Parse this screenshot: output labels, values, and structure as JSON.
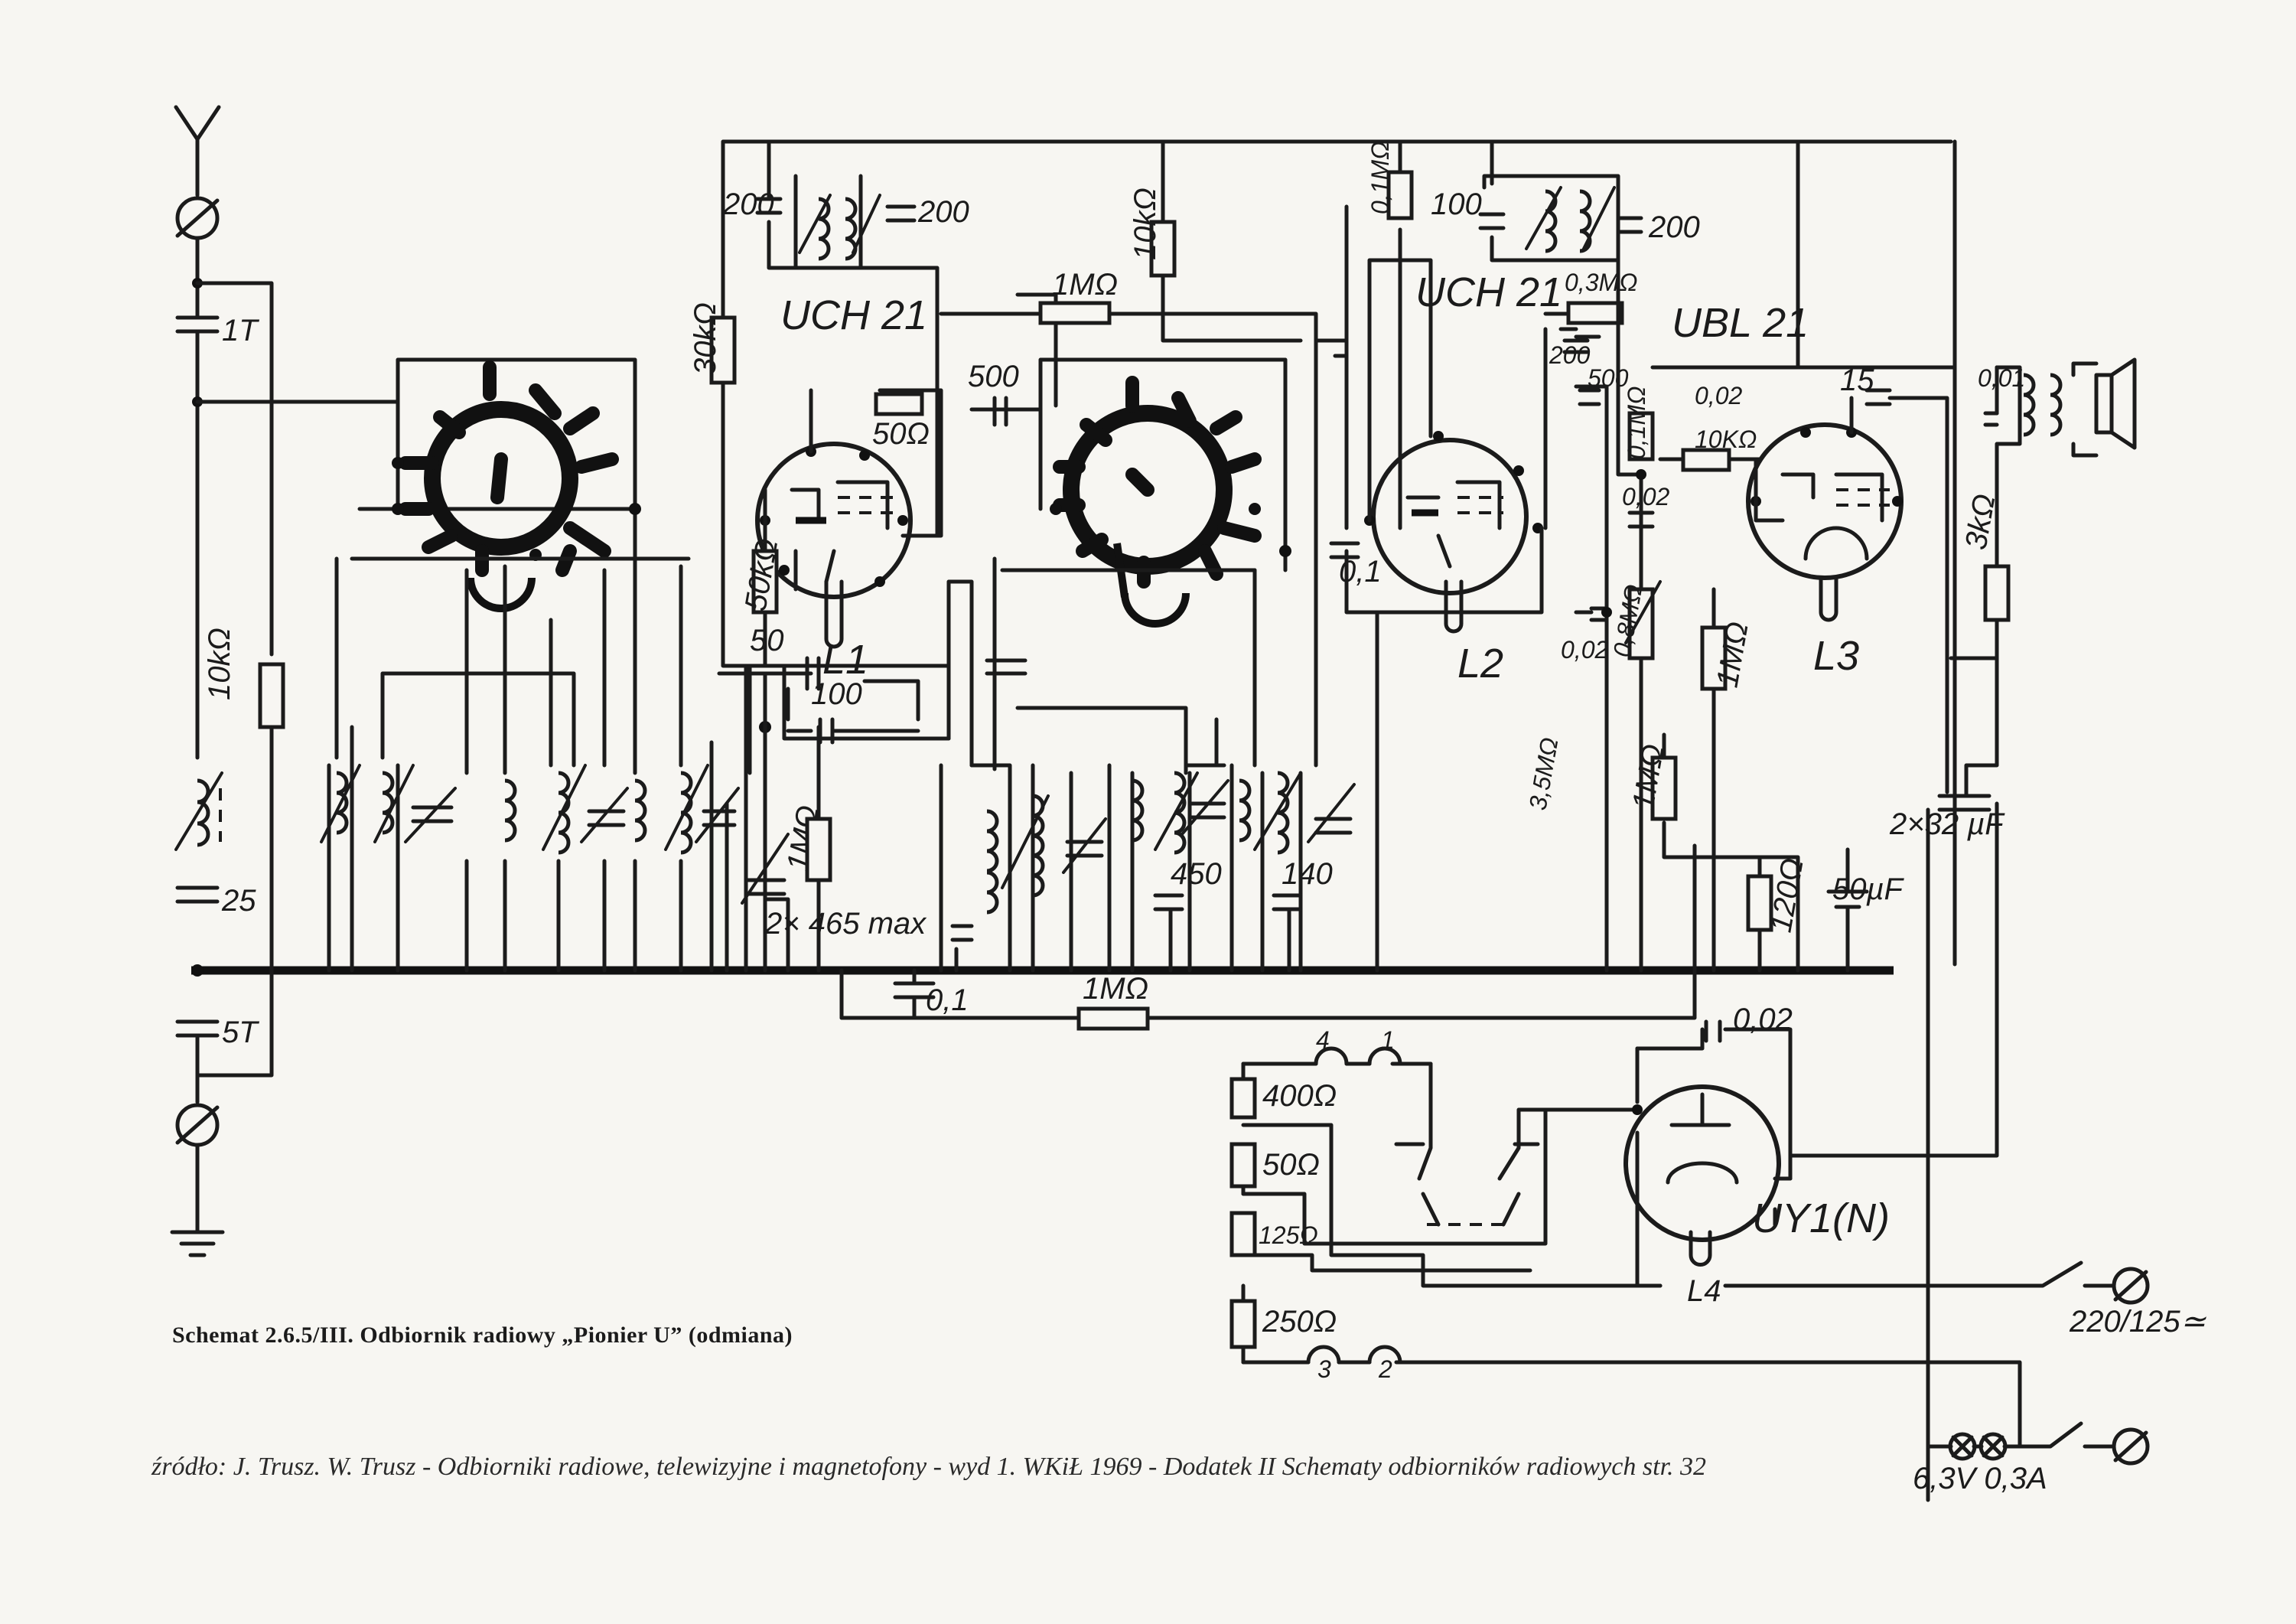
{
  "caption": "Schemat 2.6.5/III. Odbiornik radiowy „Pionier U” (odmiana)",
  "source": "źródło: J. Trusz. W. Trusz - Odbiorniki radiowe, telewizyjne i magnetofony - wyd 1. WKiŁ 1969 - Dodatek II Schematy odbiorników radiowych str. 32",
  "tubes": {
    "uch21_a": "UCH 21",
    "uch21_b": "UCH 21",
    "ubl21": "UBL 21",
    "uy1": "UY1(N)",
    "l1": "L1",
    "l2": "L2",
    "l3": "L3",
    "l4": "L4"
  },
  "components": {
    "c_1t": "1T",
    "c_25": "25",
    "c_5t": "5T",
    "r_10k_left": "10kΩ",
    "r_30k": "30kΩ",
    "c_200_a": "200",
    "c_200_b": "200",
    "r_10k_mid": "10kΩ",
    "r_1m_top": "1MΩ",
    "r_50": "50Ω",
    "c_500": "500",
    "r_50k": "50kΩ",
    "c_50": "50",
    "c_100_mid": "100",
    "r_1m_mid": "1MΩ",
    "c_2x465": "2× 465 max",
    "c_450": "450",
    "c_140": "140",
    "c_01_bottom": "0,1",
    "r_1m_bottom": "1MΩ",
    "c_01_mid": "0,1",
    "r_01m_top": "0,1MΩ",
    "c_100_right": "100",
    "c_200_right": "200",
    "r_03m": "0,3MΩ",
    "c_200_small": "200",
    "c_500_small": "500",
    "r_01m": "0,1MΩ",
    "c_002_a": "0,02",
    "c_002_b": "0,02",
    "r_10k_ubl": "10KΩ",
    "c_15": "15",
    "c_001": "0,01",
    "r_08m": "0,8MΩ",
    "c_002_c": "0,02",
    "r_1m_ubl": "1MΩ",
    "r_35m": "3,5MΩ",
    "r_1m_right": "1MΩ",
    "r_3k": "3kΩ",
    "c_2x32": "2×32 µF",
    "r_120": "120Ω",
    "c_50uf": "50µF",
    "c_002_uy1": "0,02",
    "r_400": "400Ω",
    "r_50_heat": "50Ω",
    "r_125": "125Ω",
    "r_250": "250Ω",
    "bulb": "6,3V 0,3A",
    "mains": "220/125≃"
  },
  "terminals": {
    "t1": "1",
    "t2": "2",
    "t3": "3",
    "t4": "4"
  }
}
